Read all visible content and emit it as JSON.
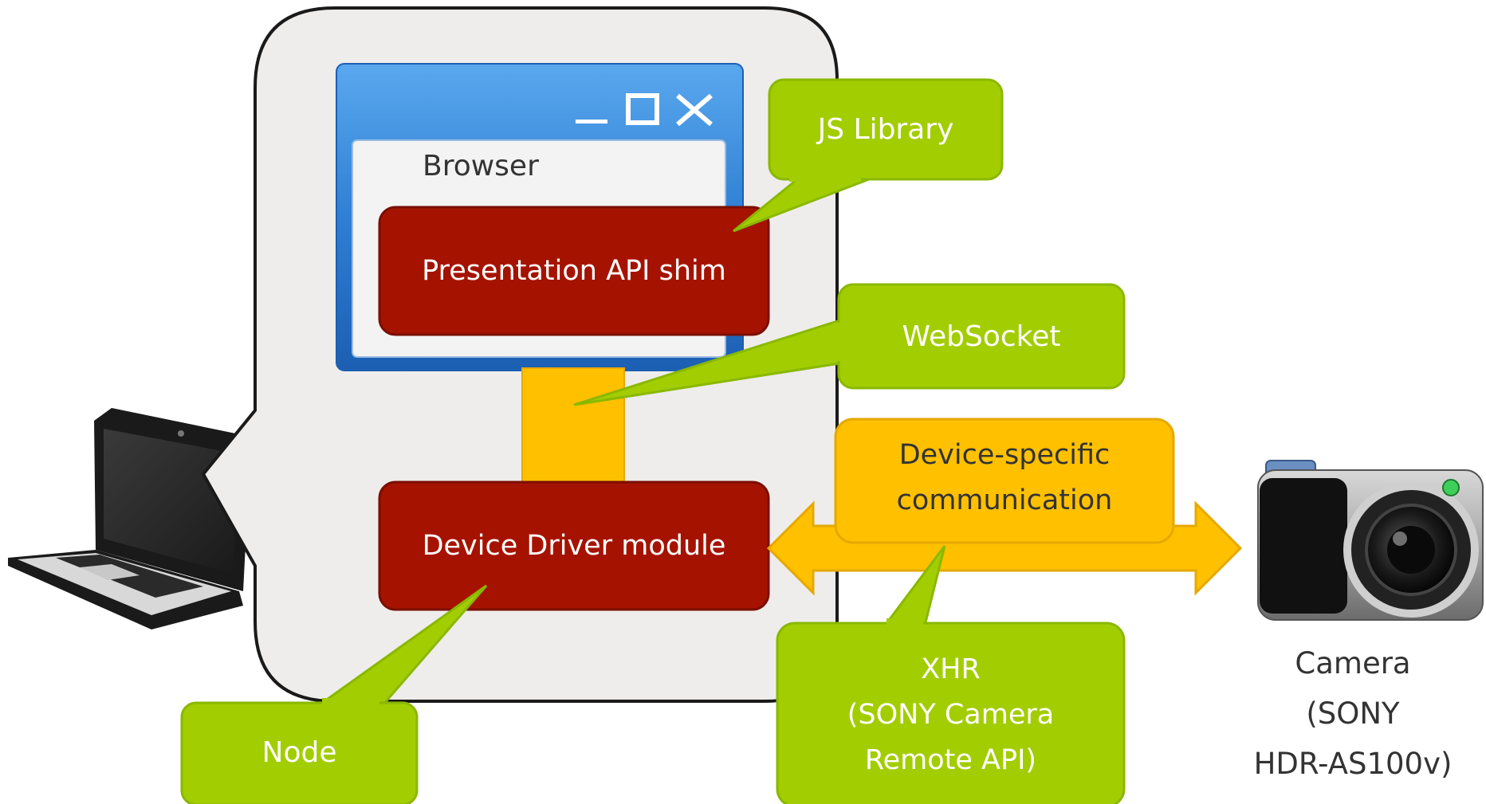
{
  "browser": {
    "title": "Browser"
  },
  "shim": {
    "label": "Presentation API shim"
  },
  "driver": {
    "label": "Device Driver module"
  },
  "callouts": {
    "js_library": "JS Library",
    "websocket": "WebSocket",
    "node": "Node",
    "xhr_lines": [
      "XHR",
      "(SONY Camera",
      "Remote API)"
    ]
  },
  "device_comm": {
    "lines": [
      "Device-specific",
      "communication"
    ]
  },
  "camera": {
    "lines": [
      "Camera",
      "(SONY",
      "HDR-AS100v)"
    ]
  },
  "colors": {
    "green_fill": "#a2cd00",
    "green_border": "#8ab800",
    "red_fill": "#a51300",
    "red_border": "#7a0e00",
    "yellow_fill": "#ffc000",
    "yellow_border": "#e6a800",
    "bubble_fill": "#eeedeb",
    "window_blue": "#2f7fd4"
  }
}
